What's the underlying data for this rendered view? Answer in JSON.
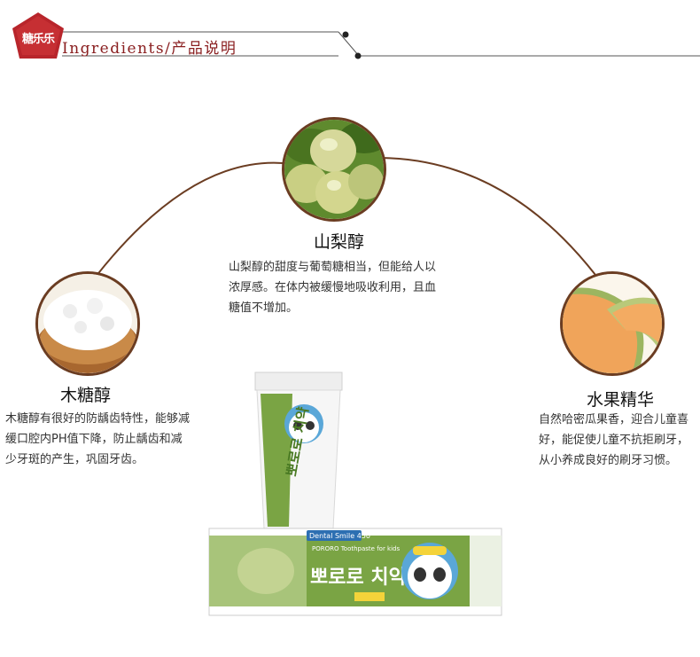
{
  "header": {
    "badge_text": "糖乐乐",
    "title": "Ingredients/产品说明",
    "accent_color": "#b8252b",
    "line_color": "#555555"
  },
  "ingredients": [
    {
      "key": "pear",
      "name": "山梨醇",
      "image": "pear-photo",
      "desc": "山梨醇的甜度与葡萄糖相当，但能给人以浓厚感。在体内被缓慢地吸收利用，且血糖值不增加。"
    },
    {
      "key": "xylitol",
      "name": "木糖醇",
      "image": "xylitol-powder-photo",
      "desc": "木糖醇有很好的防龋齿特性，能够减缓口腔内PH值下降，防止龋齿和减少牙斑的产生，巩固牙齿。"
    },
    {
      "key": "melon",
      "name": "水果精华",
      "image": "melon-photo",
      "desc": "自然哈密瓜果香，迎合儿童喜好，能促使儿童不抗拒刷牙，从小养成良好的刷牙习惯。"
    }
  ],
  "product": {
    "image": "toothpaste-product-photo",
    "box_brand": "Dental Smile 450",
    "box_subtitle": "PORORO Toothpaste for kids",
    "box_korean": "뽀로로 치약",
    "tube_korean": "뽀로로 치약",
    "box_color": "#7aa444"
  }
}
